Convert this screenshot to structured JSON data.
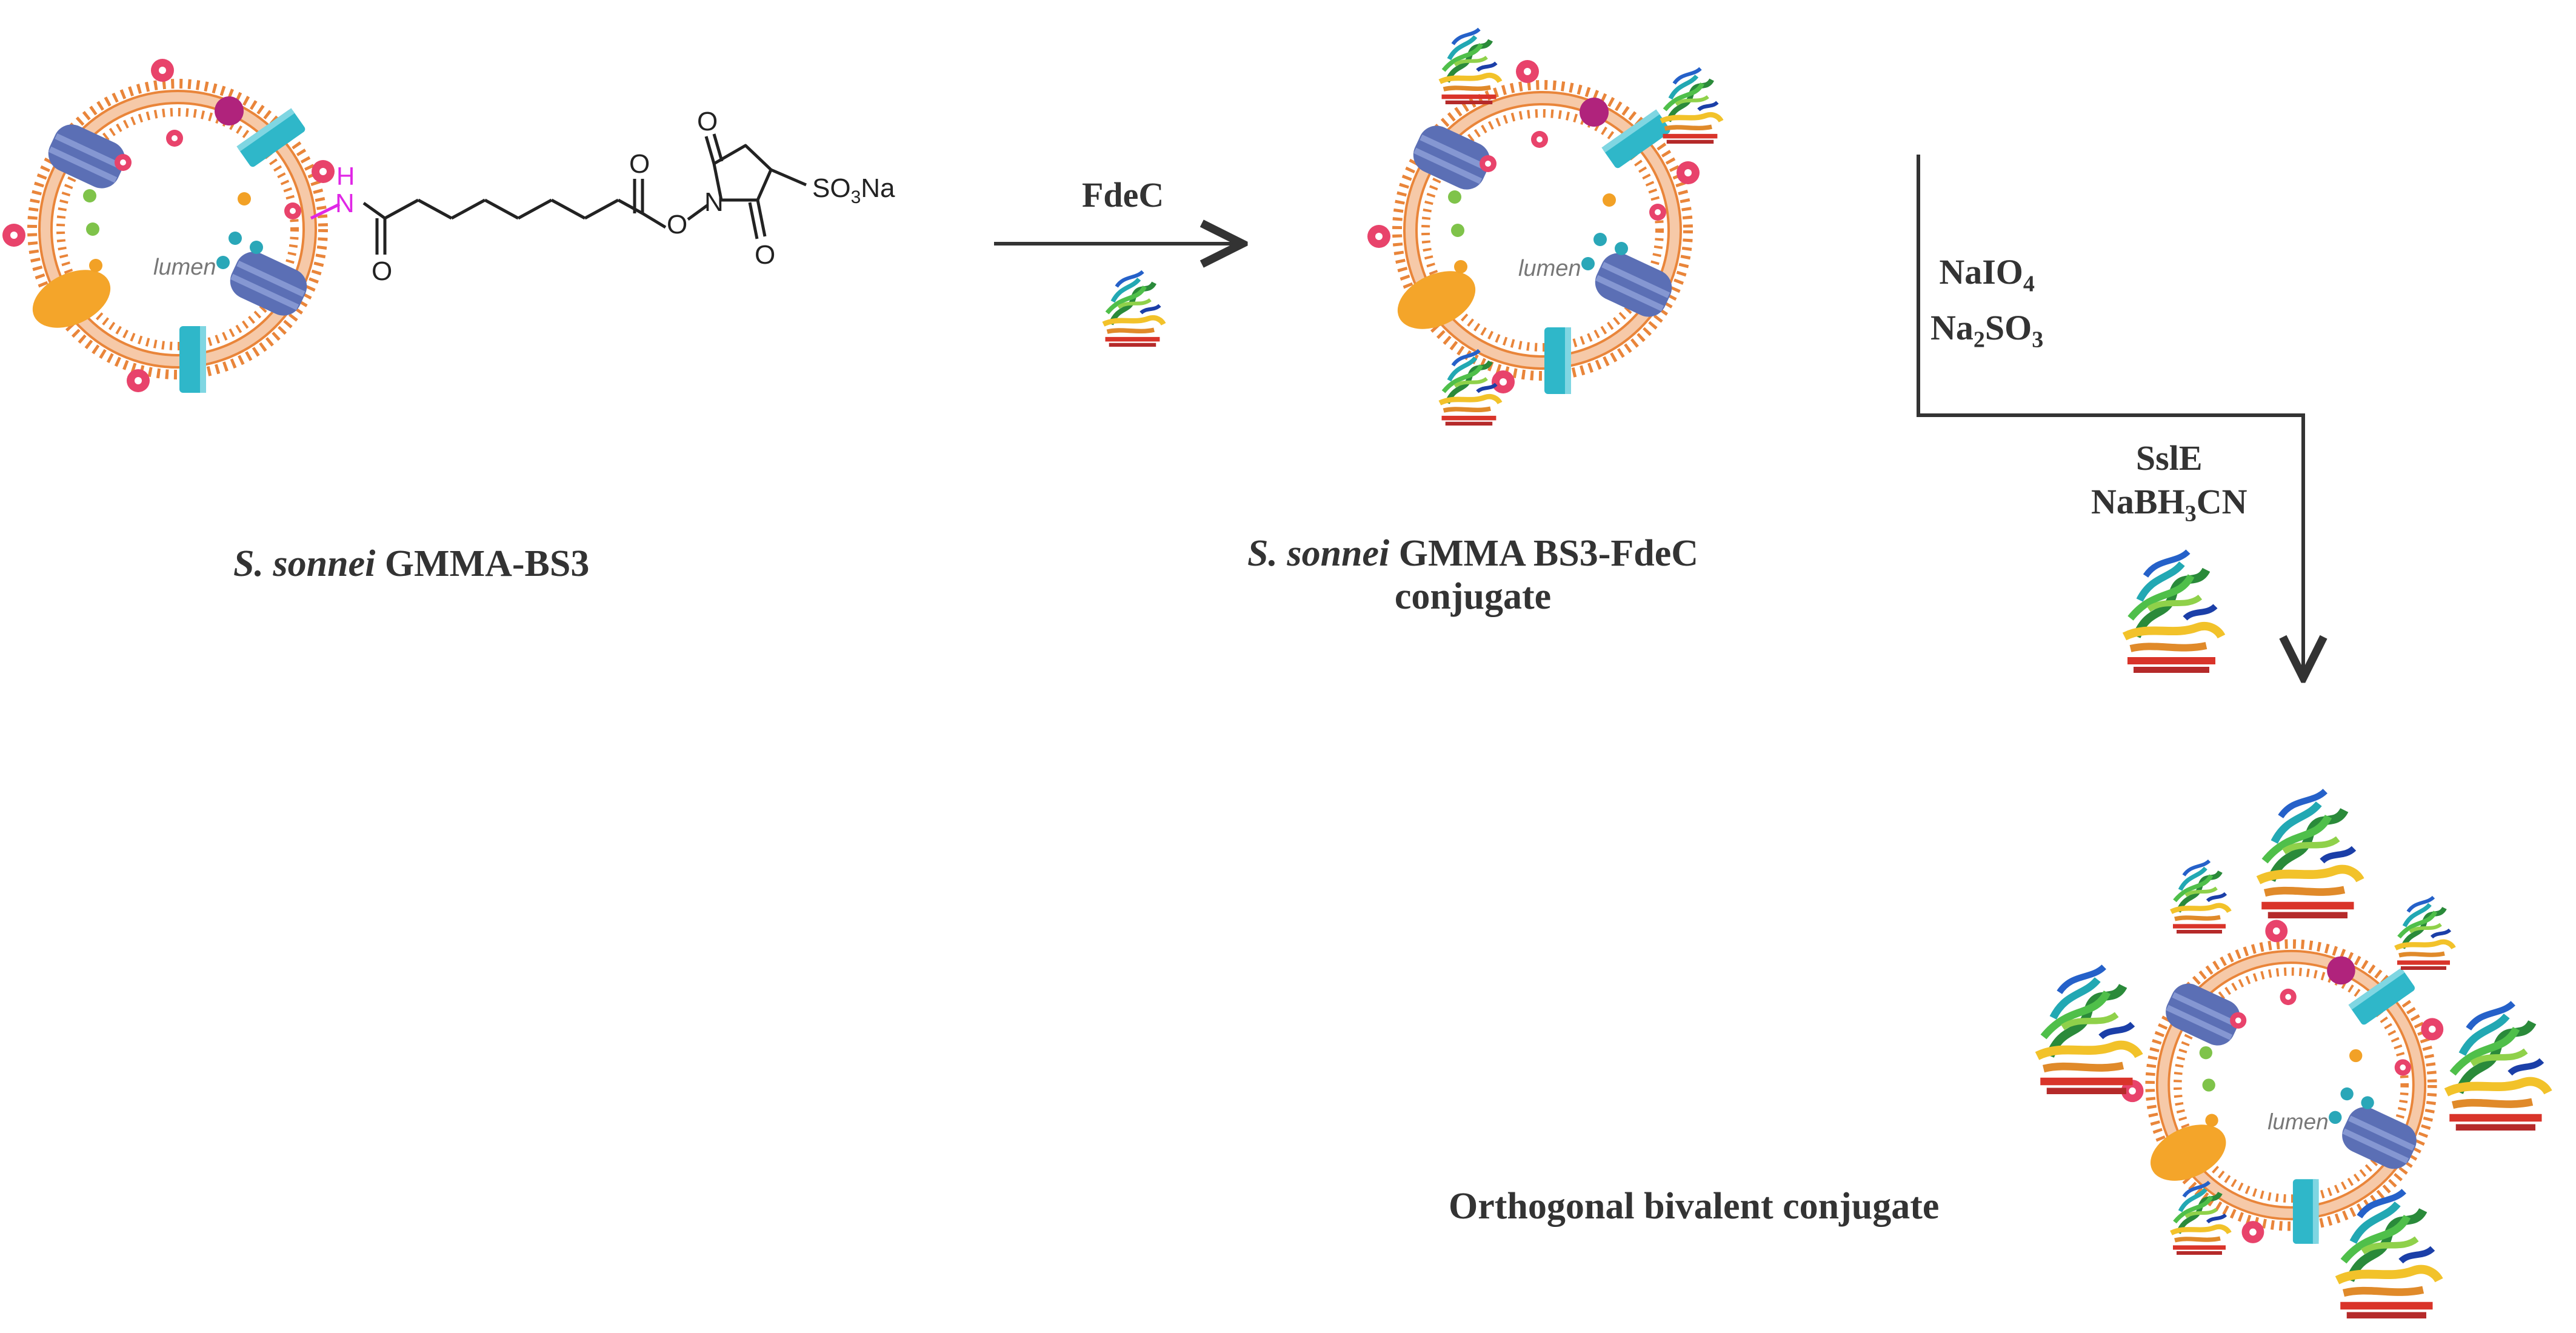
{
  "colors": {
    "arrow": "#333333",
    "membrane": "#e9853a",
    "membrane_inner": "#f6c9a8",
    "porin": "#5b6fb5",
    "porin_light": "#8597d2",
    "channel": "#2fb7c9",
    "pink_antigen": "#e8436b",
    "magenta": "#b0237c",
    "orange_oval": "#f4a52a",
    "dot_green": "#7fc34a",
    "dot_orange": "#f2a126",
    "dot_teal": "#2aa7b8",
    "linker_nh": "#e027e6"
  },
  "icons": {
    "vesicle": "gmma-vesicle-icon",
    "protein": "protein-ribbon-icon"
  },
  "labels": {
    "lumen": "lumen",
    "nh_h": "H",
    "nh_n": "N",
    "so3na_a": "SO",
    "so3na_sub": "3",
    "so3na_b": "Na",
    "carbonyl_o": "O",
    "ester_o": "O",
    "imide_n": "N"
  },
  "captions": {
    "gmma_bs3_species": "S. sonnei",
    "gmma_bs3_rest": "GMMA-BS3",
    "fdec_conj_species": "S. sonnei",
    "fdec_conj_rest": "GMMA BS3-FdeC",
    "fdec_conj_line2": "conjugate",
    "final": "Orthogonal bivalent  conjugate"
  },
  "reagents": {
    "step1": "FdeC",
    "step2_a_main": "NaIO",
    "step2_a_sub": "4",
    "step2_b_main": "Na",
    "step2_b_sub1": "2",
    "step2_b_mid": "SO",
    "step2_b_sub2": "3",
    "step3_a": "SslE",
    "step3_b_main": "NaBH",
    "step3_b_sub": "3",
    "step3_b_end": "CN"
  }
}
